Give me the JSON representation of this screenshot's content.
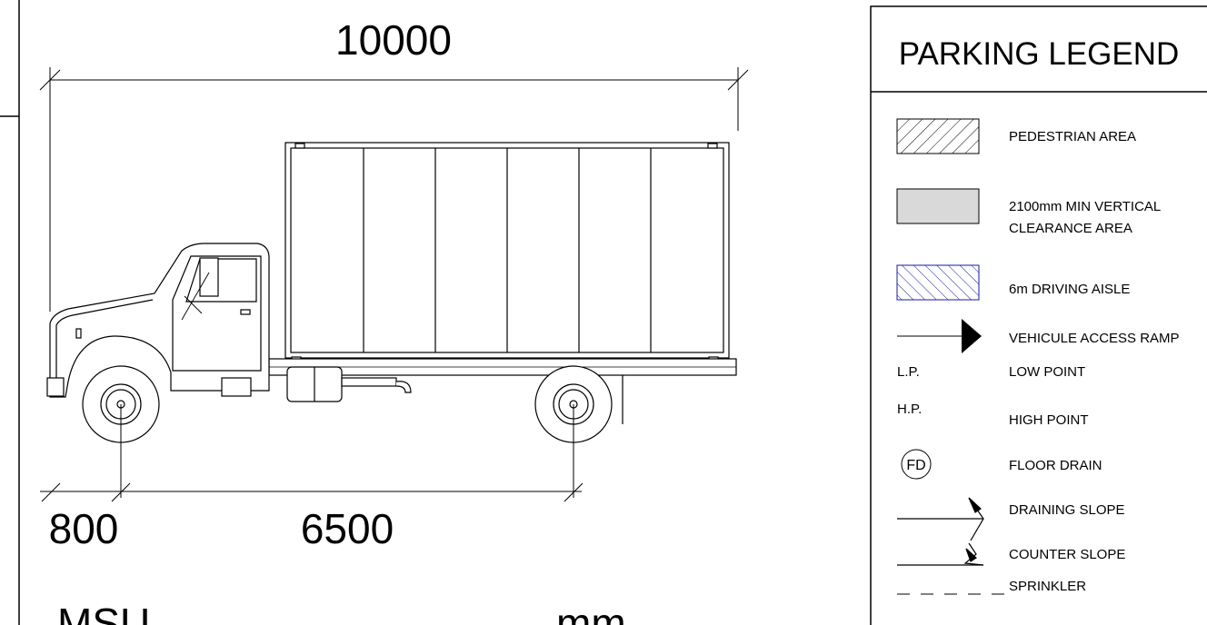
{
  "dimensions": {
    "overall_length": "10000",
    "front_overhang": "800",
    "wheelbase": "6500"
  },
  "footer": {
    "vehicle_code": "MSU",
    "units": "mm"
  },
  "legend": {
    "title": "PARKING LEGEND",
    "items": {
      "pedestrian": "PEDESTRIAN  AREA",
      "clearance_line1": "2100mm MIN VERTICAL",
      "clearance_line2": "CLEARANCE AREA",
      "aisle": "6m DRIVING AISLE",
      "ramp": "VEHICULE ACCESS RAMP",
      "lp_symbol": "L.P.",
      "lp_label": "LOW POINT",
      "hp_symbol": "H.P.",
      "hp_label": "HIGH POINT",
      "fd_symbol": "FD",
      "fd_label": "FLOOR DRAIN",
      "draining": "DRAINING SLOPE",
      "counter": "COUNTER SLOPE",
      "sprinkler": "SPRINKLER"
    }
  },
  "colors": {
    "line": "#000000",
    "clearance_fill": "#d9d9d9",
    "aisle_hatch": "#1a1aa6"
  }
}
